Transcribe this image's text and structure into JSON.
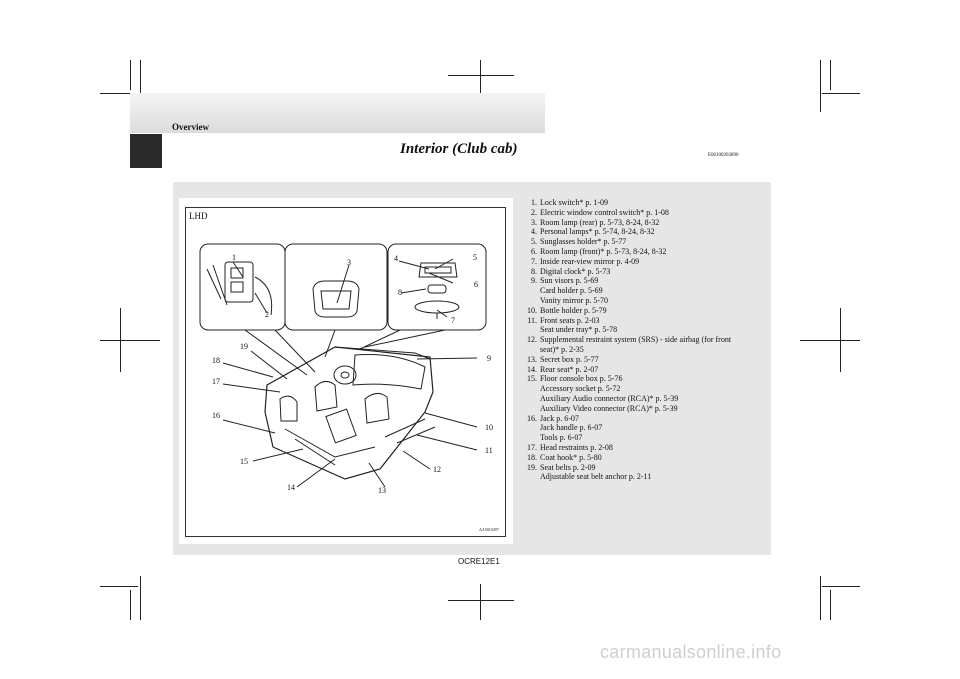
{
  "header": {
    "section_label": "Overview",
    "page_title": "Interior (Club cab)",
    "doc_code": "E00100203890"
  },
  "figure": {
    "label": "LHD",
    "code": "AA5010497",
    "callouts": [
      "1",
      "2",
      "3",
      "4",
      "5",
      "6",
      "7",
      "8",
      "9",
      "10",
      "11",
      "12",
      "13",
      "14",
      "15",
      "16",
      "17",
      "18",
      "19"
    ]
  },
  "items": [
    {
      "num": "1.",
      "lines": [
        "Lock switch* p. 1-09"
      ]
    },
    {
      "num": "2.",
      "lines": [
        "Electric window control switch* p. 1-08"
      ]
    },
    {
      "num": "3.",
      "lines": [
        "Room lamp (rear) p. 5-73, 8-24, 8-32"
      ]
    },
    {
      "num": "4.",
      "lines": [
        "Personal lamps* p. 5-74, 8-24, 8-32"
      ]
    },
    {
      "num": "5.",
      "lines": [
        "Sunglasses holder* p. 5-77"
      ]
    },
    {
      "num": "6.",
      "lines": [
        "Room lamp (front)* p. 5-73, 8-24, 8-32"
      ]
    },
    {
      "num": "7.",
      "lines": [
        "Inside rear-view mirror p. 4-09"
      ]
    },
    {
      "num": "8.",
      "lines": [
        "Digital clock* p. 5-73"
      ]
    },
    {
      "num": "9.",
      "lines": [
        "Sun visors p. 5-69",
        "Card holder p. 5-69",
        "Vanity mirror p. 5-70"
      ]
    },
    {
      "num": "10.",
      "lines": [
        "Bottle holder p. 5-79"
      ]
    },
    {
      "num": "11.",
      "lines": [
        "Front seats p. 2-03",
        "Seat under tray* p. 5-78"
      ]
    },
    {
      "num": "12.",
      "lines": [
        "Supplemental restraint system (SRS) - side airbag (for front",
        "seat)* p. 2-35"
      ]
    },
    {
      "num": "13.",
      "lines": [
        "Secret box p. 5-77"
      ]
    },
    {
      "num": "14.",
      "lines": [
        "Rear seat* p. 2-07"
      ]
    },
    {
      "num": "15.",
      "lines": [
        "Floor console box p. 5-76",
        "Accessory socket  p. 5-72",
        "Auxiliary Audio connector (RCA)* p. 5-39",
        "Auxiliary Video connector (RCA)* p. 5-39"
      ]
    },
    {
      "num": "16.",
      "lines": [
        "Jack p. 6-07",
        "Jack handle p. 6-07",
        "Tools p. 6-07"
      ]
    },
    {
      "num": "17.",
      "lines": [
        "Head restraints p. 2-08"
      ]
    },
    {
      "num": "18.",
      "lines": [
        "Coat hook* p. 5-80"
      ]
    },
    {
      "num": "19.",
      "lines": [
        "Seat belts p. 2-09",
        "Adjustable seat belt anchor p. 2-11"
      ]
    }
  ],
  "footer": {
    "code": "OCRE12E1"
  },
  "watermark": "carmanualsonline.info"
}
